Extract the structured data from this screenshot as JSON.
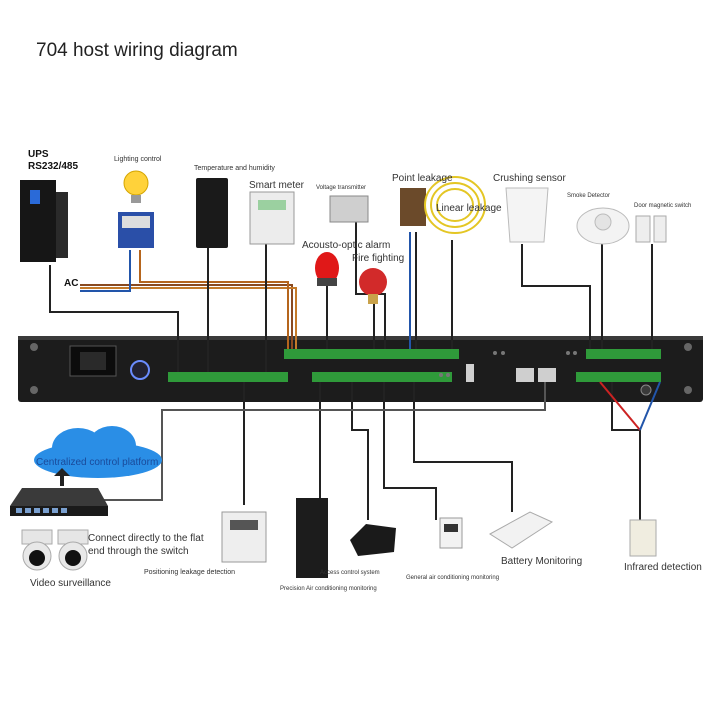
{
  "title": "704 host wiring diagram",
  "labels": {
    "ups": "UPS",
    "ups_port": "RS232/485",
    "ac": "AC",
    "lighting": "Lighting control",
    "temp_humidity": "Temperature and humidity",
    "smart_meter": "Smart meter",
    "voltage_transmitter": "Voltage transmitter",
    "acousto_optic": "Acousto-optic alarm",
    "fire_fighting": "Fire fighting",
    "point_leakage": "Point leakage",
    "linear_leakage": "Linear leakage",
    "crushing_sensor": "Crushing sensor",
    "smoke_detector": "Smoke Detector",
    "door_magnetic": "Door magnetic switch",
    "centralized": "Centralized control platform",
    "connect_direct": "Connect directly to the flat",
    "through_switch": "end through the switch",
    "video": "Video surveillance",
    "positioning_leak": "Positioning leakage detection",
    "precision_air": "Precision Air conditioning monitoring",
    "access_control": "Access control system",
    "general_air": "General air conditioning monitoring",
    "battery": "Battery Monitoring",
    "infrared": "Infrared detection"
  }
}
